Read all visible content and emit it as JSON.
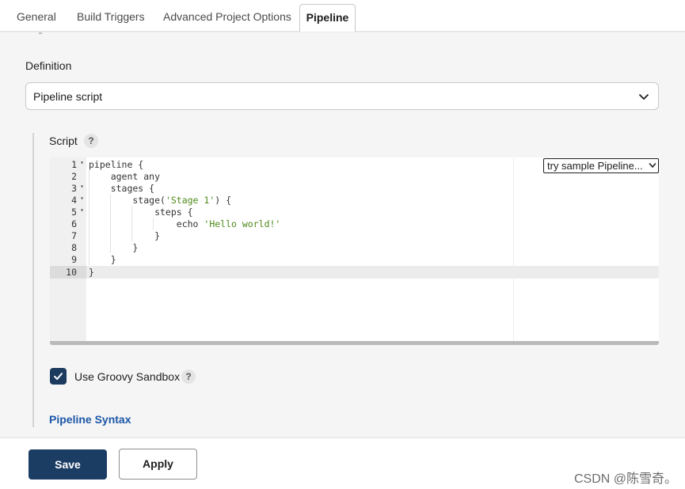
{
  "tabs": [
    {
      "label": "General",
      "active": false
    },
    {
      "label": "Build Triggers",
      "active": false
    },
    {
      "label": "Advanced Project Options",
      "active": false
    },
    {
      "label": "Pipeline",
      "active": true
    }
  ],
  "definition": {
    "label": "Definition",
    "selected": "Pipeline script"
  },
  "script": {
    "label": "Script",
    "help": "?",
    "sample_select": "try sample Pipeline...",
    "active_line": 10,
    "lines": [
      {
        "num": "1",
        "fold": true,
        "text": "pipeline {"
      },
      {
        "num": "2",
        "fold": false,
        "text": "    agent any"
      },
      {
        "num": "3",
        "fold": true,
        "text": "    stages {"
      },
      {
        "num": "4",
        "fold": true,
        "pre": "        stage(",
        "str": "'Stage 1'",
        "post": ") {"
      },
      {
        "num": "5",
        "fold": true,
        "text": "            steps {"
      },
      {
        "num": "6",
        "fold": false,
        "pre": "                echo ",
        "str": "'Hello world!'",
        "post": ""
      },
      {
        "num": "7",
        "fold": false,
        "text": "            }"
      },
      {
        "num": "8",
        "fold": false,
        "text": "        }"
      },
      {
        "num": "9",
        "fold": false,
        "text": "    }"
      },
      {
        "num": "10",
        "fold": false,
        "text": "}"
      }
    ]
  },
  "sandbox": {
    "label": "Use Groovy Sandbox",
    "checked": true,
    "help": "?"
  },
  "pipeline_syntax_link": "Pipeline Syntax",
  "buttons": {
    "save": "Save",
    "apply": "Apply"
  },
  "watermark": "CSDN @陈雪奇。",
  "colors": {
    "primary": "#1b3d64",
    "link": "#1a56a7",
    "string": "#4e8a1a"
  }
}
